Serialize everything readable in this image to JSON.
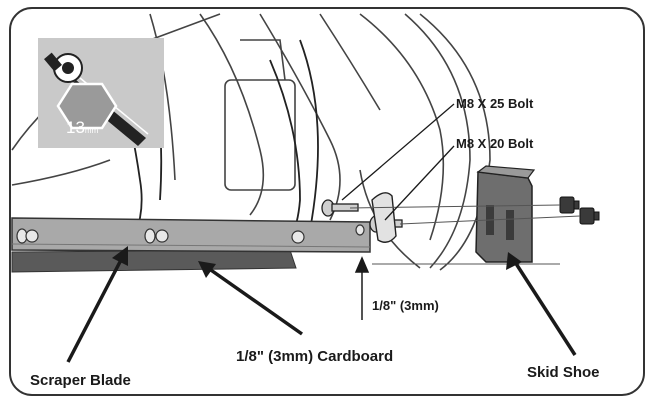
{
  "labels": {
    "bolt_25": "M8 X 25 Bolt",
    "bolt_20": "M8 X 20 Bolt",
    "gap": "1/8\" (3mm)",
    "cardboard": "1/8\" (3mm) Cardboard",
    "scraper_blade": "Scraper Blade",
    "skid_shoe": "Skid Shoe"
  },
  "tool": {
    "size_value": "13",
    "size_unit": "mm",
    "icon": "ratchet-wrench-icon"
  },
  "colors": {
    "frame": "#333333",
    "line": "#1a1a1a",
    "blade": "#8a8a8a",
    "blade_dark": "#5a5a5a",
    "badge_bg": "#c9c9c9",
    "hex": "#9a9a9a",
    "shoe": "#6e6e6e"
  }
}
